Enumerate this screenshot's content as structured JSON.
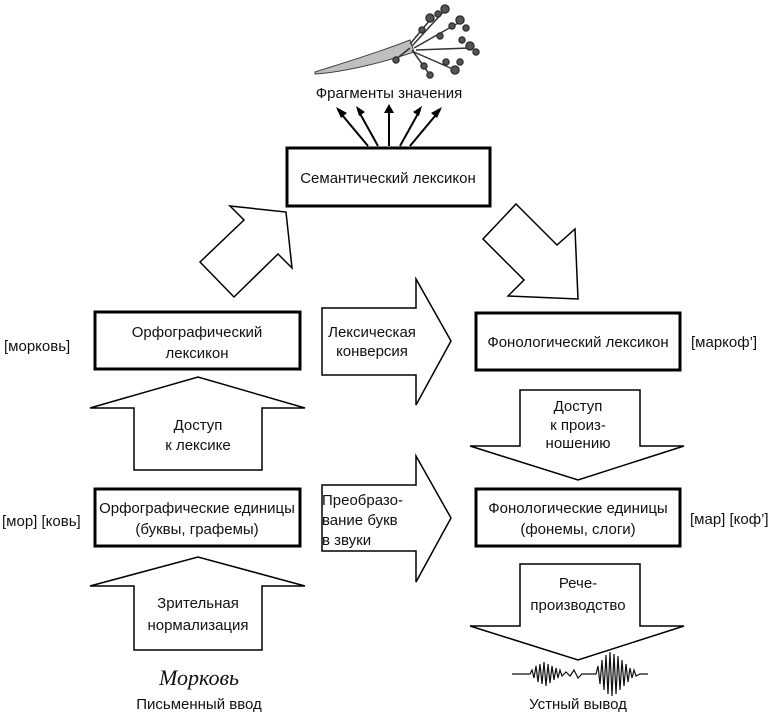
{
  "top_label": "Фрагменты значения",
  "semantic": "Семантический лексикон",
  "ortho_lexicon": [
    "Орфографический",
    "лексикон"
  ],
  "phono_lexicon": "Фонологический лексикон",
  "lexical_conversion": [
    "Лексическая",
    "конверсия"
  ],
  "lex_access": [
    "Доступ",
    "к лексике"
  ],
  "pron_access": [
    "Доступ",
    "к произ-",
    "ношению"
  ],
  "ortho_units": [
    "Орфографические единицы",
    "(буквы, графемы)"
  ],
  "phono_units": [
    "Фонологические единицы",
    "(фонемы, слоги)"
  ],
  "letter_sound": [
    "Преобразо-",
    "вание букв",
    "в звуки"
  ],
  "visual_norm": [
    "Зрительная",
    "нормализация"
  ],
  "speech_prod": [
    "Рече-",
    "производство"
  ],
  "left_word": "[морковь]",
  "right_word": "[маркоф’]",
  "left_syllables": "[мор] [ковь]",
  "right_syllables": "[мар] [коф’]",
  "handwritten": "Морковь",
  "written_input": "Письменный ввод",
  "oral_output": "Устный вывод"
}
